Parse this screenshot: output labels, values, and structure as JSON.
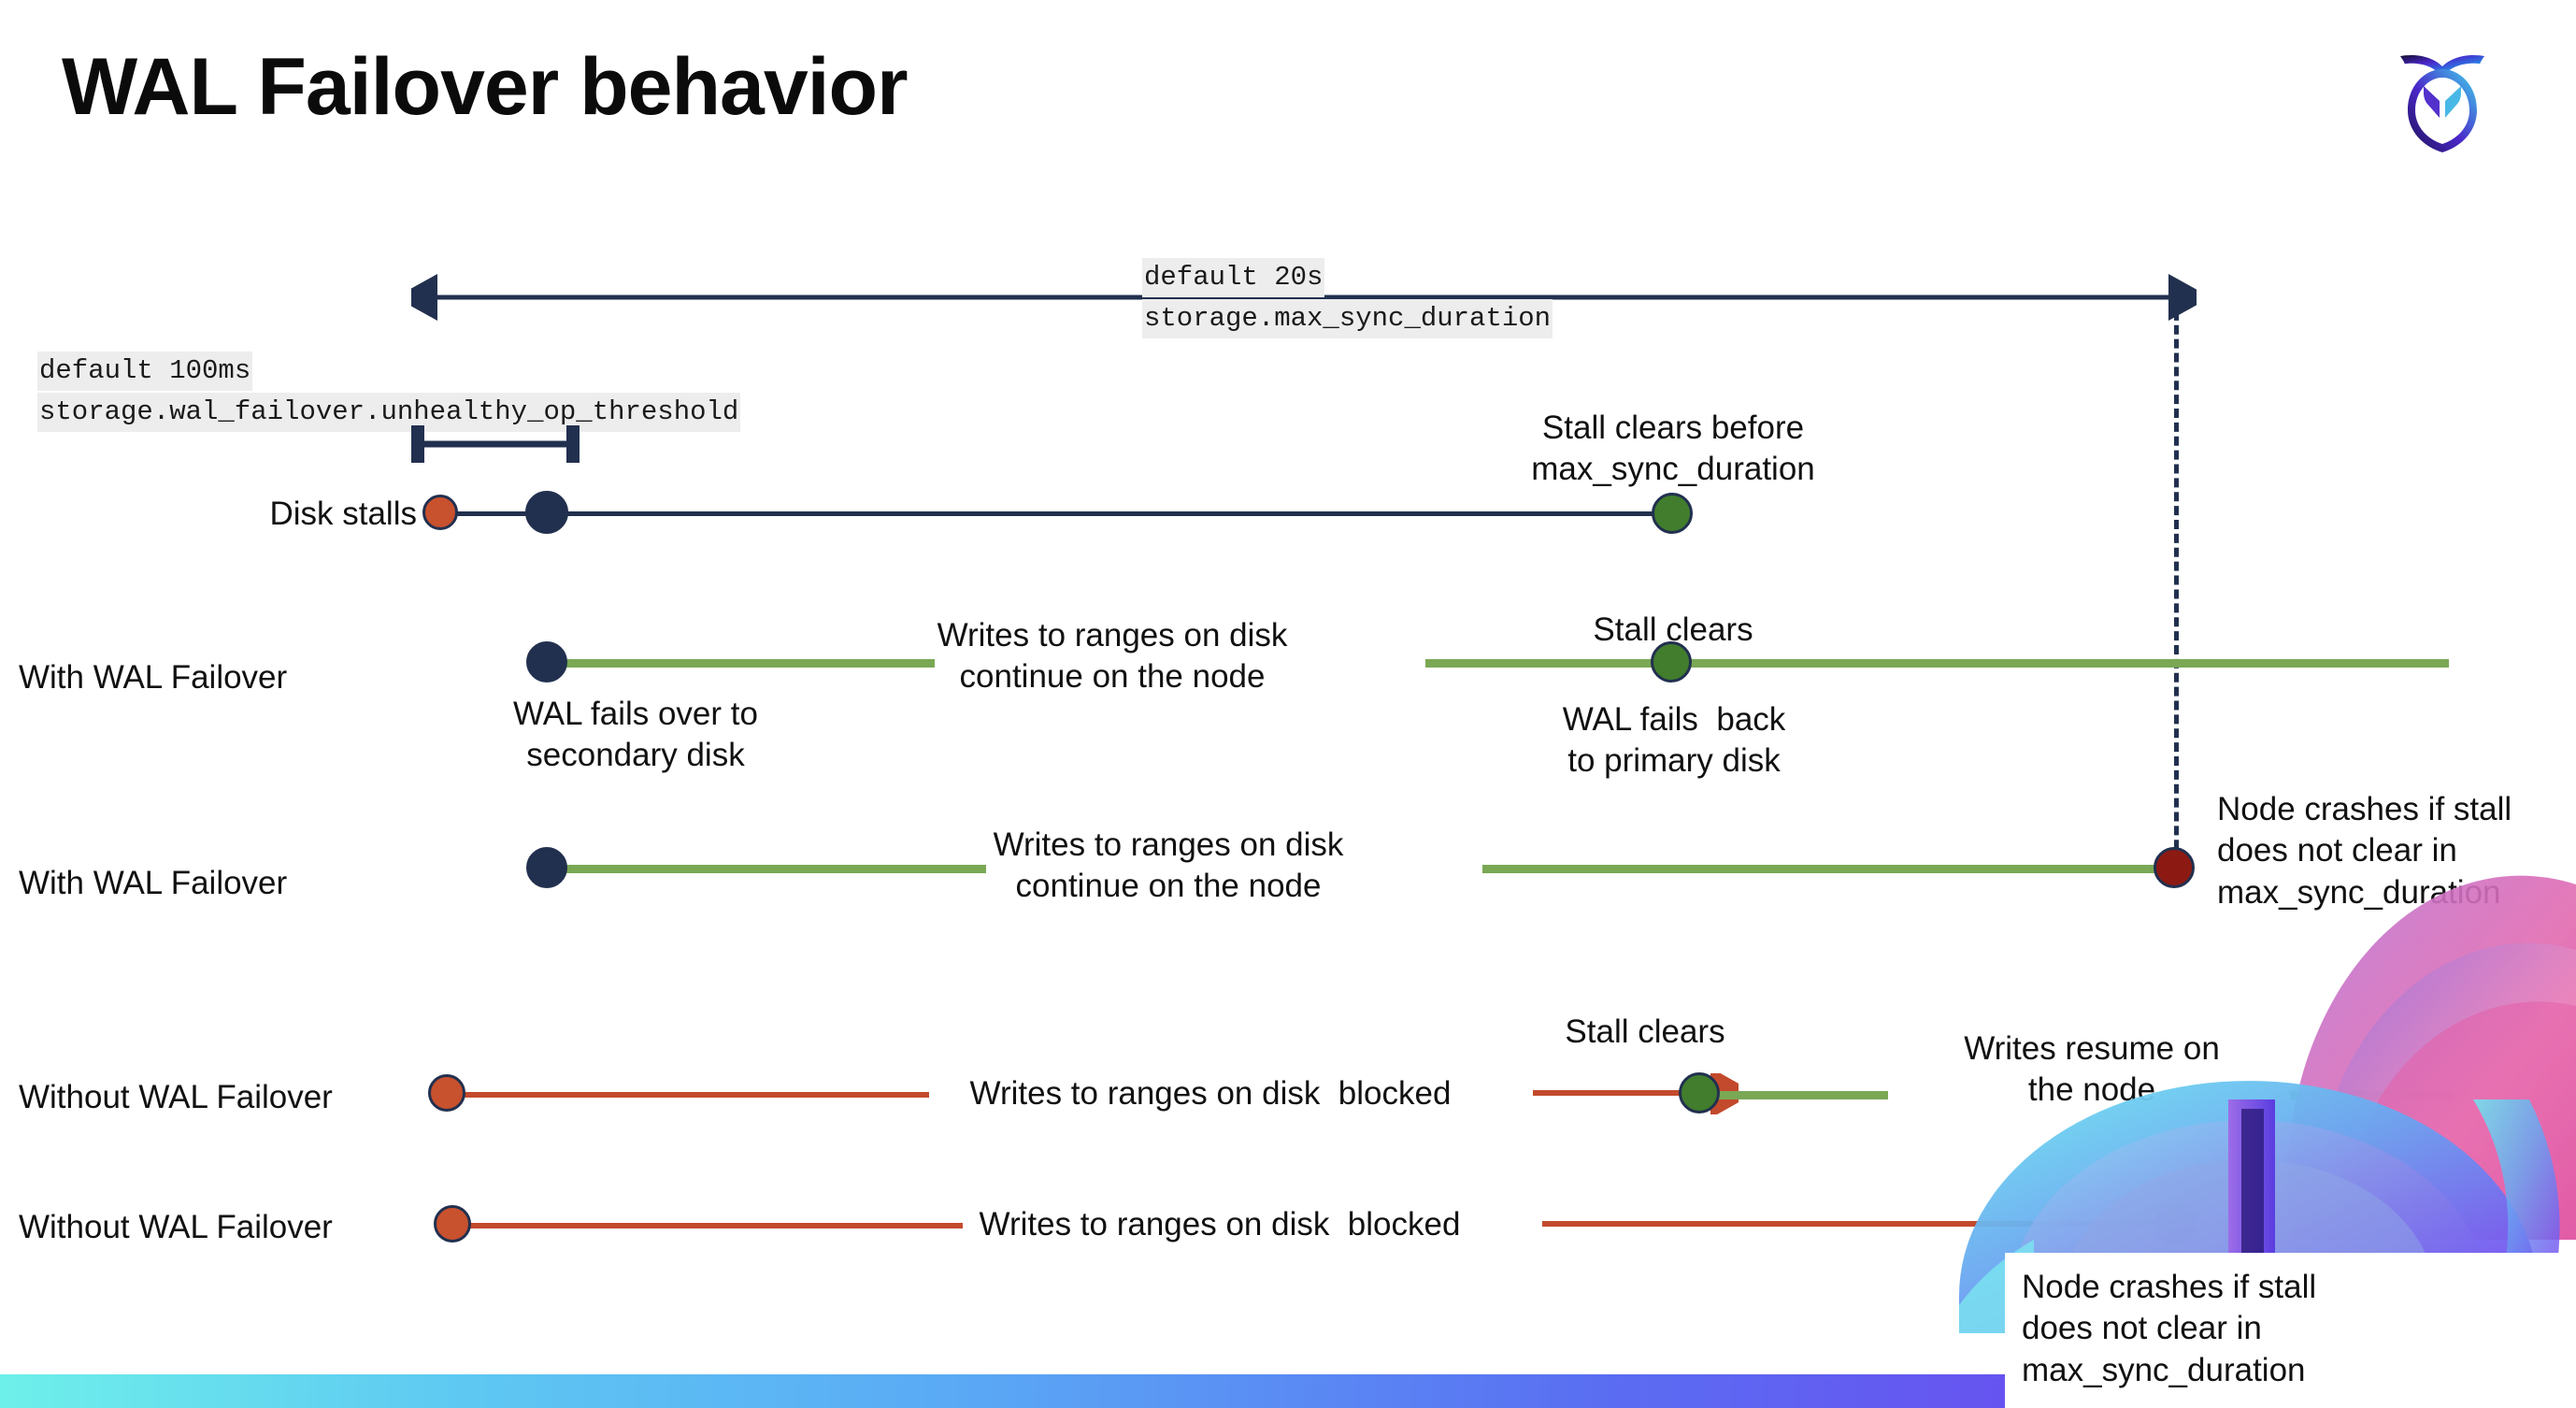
{
  "slide": {
    "title": "WAL Failover behavior",
    "logo_name": "cockroachdb-logo",
    "background": "#ffffff",
    "accent_navy": "#22304f",
    "accent_green": "#7aa855",
    "accent_red": "#c34a2c",
    "dot_green": "#417d2d",
    "dot_red": "#c8512e",
    "dot_darkred": "#8c1a12"
  },
  "annotations": {
    "max_sync": {
      "default": "default 20s",
      "setting": "storage.max_sync_duration"
    },
    "unhealthy_op": {
      "default": "default 100ms",
      "setting": "storage.wal_failover.unhealthy_op_threshold"
    }
  },
  "rows": [
    {
      "label": "Disk stalls",
      "note_above": "Stall clears before\nmax_sync_duration"
    },
    {
      "label": "With WAL Failover",
      "note_mid": "Writes to ranges on disk\ncontinue on the node",
      "note_above": "Stall clears",
      "note_below_left": "WAL fails over to\nsecondary disk",
      "note_below_right": "WAL fails  back\nto primary disk"
    },
    {
      "label": "With WAL Failover",
      "note_mid": "Writes to ranges on disk\ncontinue on the node",
      "note_right": "Node crashes if stall\ndoes not clear in\nmax_sync_duration"
    },
    {
      "label": "Without WAL Failover",
      "note_mid": "Writes to ranges on disk  blocked",
      "note_above": "Stall clears",
      "note_right": "Writes resume on\nthe node"
    },
    {
      "label": "Without WAL Failover",
      "note_mid": "Writes to ranges on disk  blocked",
      "note_box": "Node crashes if stall\ndoes not clear in\nmax_sync_duration"
    }
  ]
}
